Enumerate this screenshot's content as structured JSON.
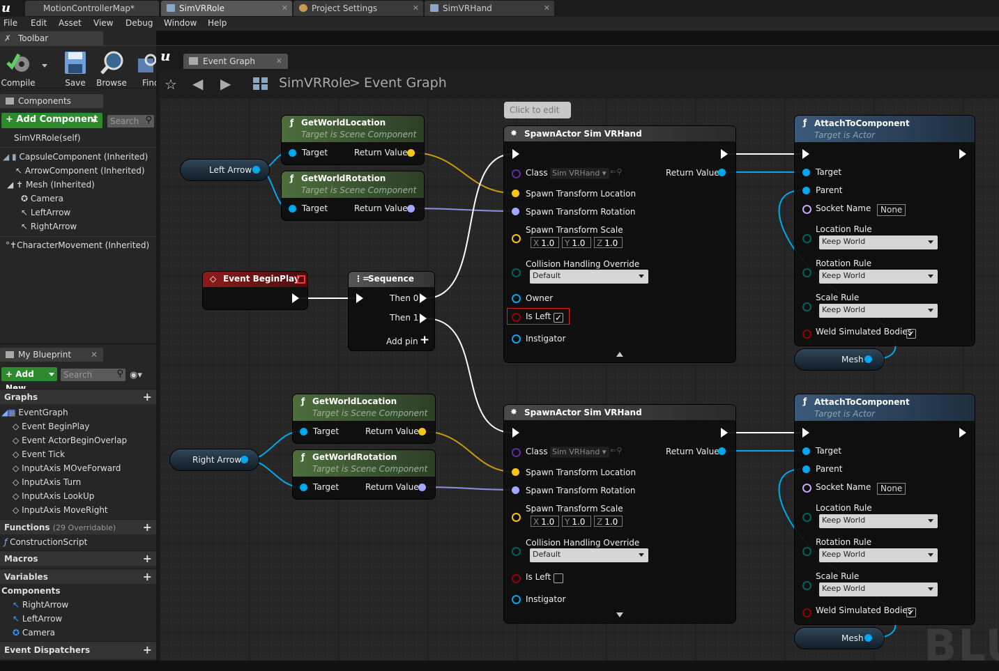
{
  "tabs": [
    "MotionControllerMap*",
    "SimVRRole",
    "Project Settings",
    "SimVRHand"
  ],
  "menu": [
    "File",
    "Edit",
    "Asset",
    "View",
    "Debug",
    "Window",
    "Help"
  ],
  "toolbar": {
    "title": "Toolbar",
    "compile": "Compile",
    "save": "Save",
    "browse": "Browse",
    "find": "Find"
  },
  "components_panel": {
    "title": "Components",
    "add_component": "+ Add Component",
    "search_placeholder": "Search",
    "self": "SimVRRole(self)",
    "items": [
      "CapsuleComponent (Inherited)",
      "ArrowComponent (Inherited)",
      "Mesh (Inherited)",
      "Camera",
      "LeftArrow",
      "RightArrow",
      "CharacterMovement (Inherited)"
    ]
  },
  "my_blueprint": {
    "title": "My Blueprint",
    "add_new": "+ Add New",
    "search_placeholder": "Search",
    "graphs": "Graphs",
    "event_graph": "EventGraph",
    "events": [
      "Event BeginPlay",
      "Event ActorBeginOverlap",
      "Event Tick",
      "InputAxis MOveForward",
      "InputAxis Turn",
      "InputAxis LookUp",
      "InputAxis MoveRight"
    ],
    "functions": "Functions",
    "functions_sub": "(29 Overridable)",
    "construction": "ConstructionScript",
    "macros": "Macros",
    "variables": "Variables",
    "components": "Components",
    "component_vars": [
      "RightArrow",
      "LeftArrow",
      "Camera"
    ],
    "dispatchers": "Event Dispatchers"
  },
  "graph": {
    "tab": "Event Graph",
    "breadcrumb_root": "SimVRRole",
    "breadcrumb_sep": ">",
    "breadcrumb_leaf": "Event Graph",
    "watermark": "BLU"
  },
  "nodes": {
    "comment_bubble": "Click to edit",
    "get_loc": "GetWorldLocation",
    "get_rot": "GetWorldRotation",
    "scene_target": "Target is Scene Component",
    "target": "Target",
    "return_value": "Return Value",
    "left_arrow": "Left Arrow",
    "right_arrow": "Right Arrow",
    "begin_play": "Event BeginPlay",
    "sequence": "Sequence",
    "then0": "Then 0",
    "then1": "Then 1",
    "add_pin": "Add pin",
    "spawn_title": "SpawnActor Sim VRHand",
    "class": "Class",
    "class_value": "Sim VRHand",
    "spawn_loc": "Spawn Transform Location",
    "spawn_rot": "Spawn Transform Rotation",
    "spawn_scale": "Spawn Transform Scale",
    "x": "X",
    "y": "Y",
    "z": "Z",
    "scale_val": "1.0",
    "collision": "Collision Handling Override",
    "collision_value": "Default",
    "owner": "Owner",
    "is_left": "Is Left",
    "instigator": "Instigator",
    "attach_title": "AttachToComponent",
    "actor_target": "Target is Actor",
    "parent": "Parent",
    "socket_name": "Socket Name",
    "none": "None",
    "location_rule": "Location Rule",
    "rotation_rule": "Rotation Rule",
    "scale_rule": "Scale Rule",
    "keep_world": "Keep World",
    "weld": "Weld Simulated Bodies",
    "mesh": "Mesh"
  },
  "colors": {
    "vector_pin": "#f5c518",
    "rotator_pin": "#a3a8ff",
    "object_pin": "#00a8f0",
    "class_pin": "#5a2fa0",
    "bool_pin": "#950000",
    "struct_pin": "#006060"
  }
}
